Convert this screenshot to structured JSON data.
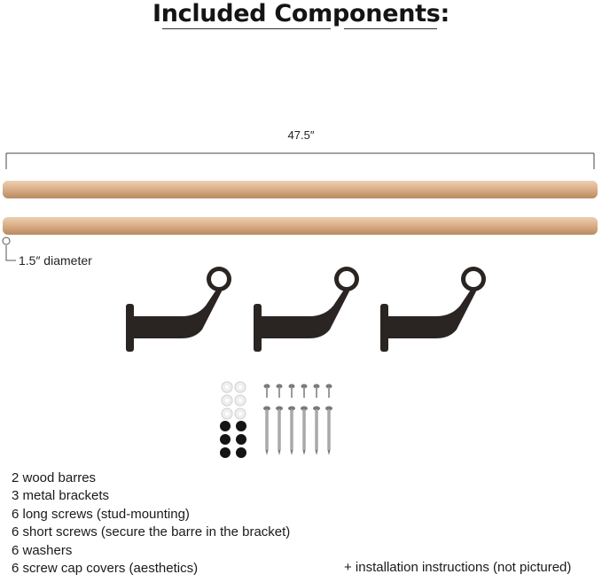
{
  "title": "Included Components:",
  "dimension_length": "47.5″",
  "dimension_diameter": "1.5″ diameter",
  "items": [
    "2 wood barres",
    "3 metal brackets",
    "6 long screws (stud-mounting)",
    "6 short screws (secure the barre in the bracket)",
    "6 washers",
    "6 screw cap covers  (aesthetics)"
  ],
  "extra_note": "+ installation instructions (not pictured)",
  "colors": {
    "wood": "#d9ae88",
    "bracket": "#2a2522",
    "washer": "#ececec",
    "cap": "#141414",
    "screw": "#9a9a9a"
  }
}
